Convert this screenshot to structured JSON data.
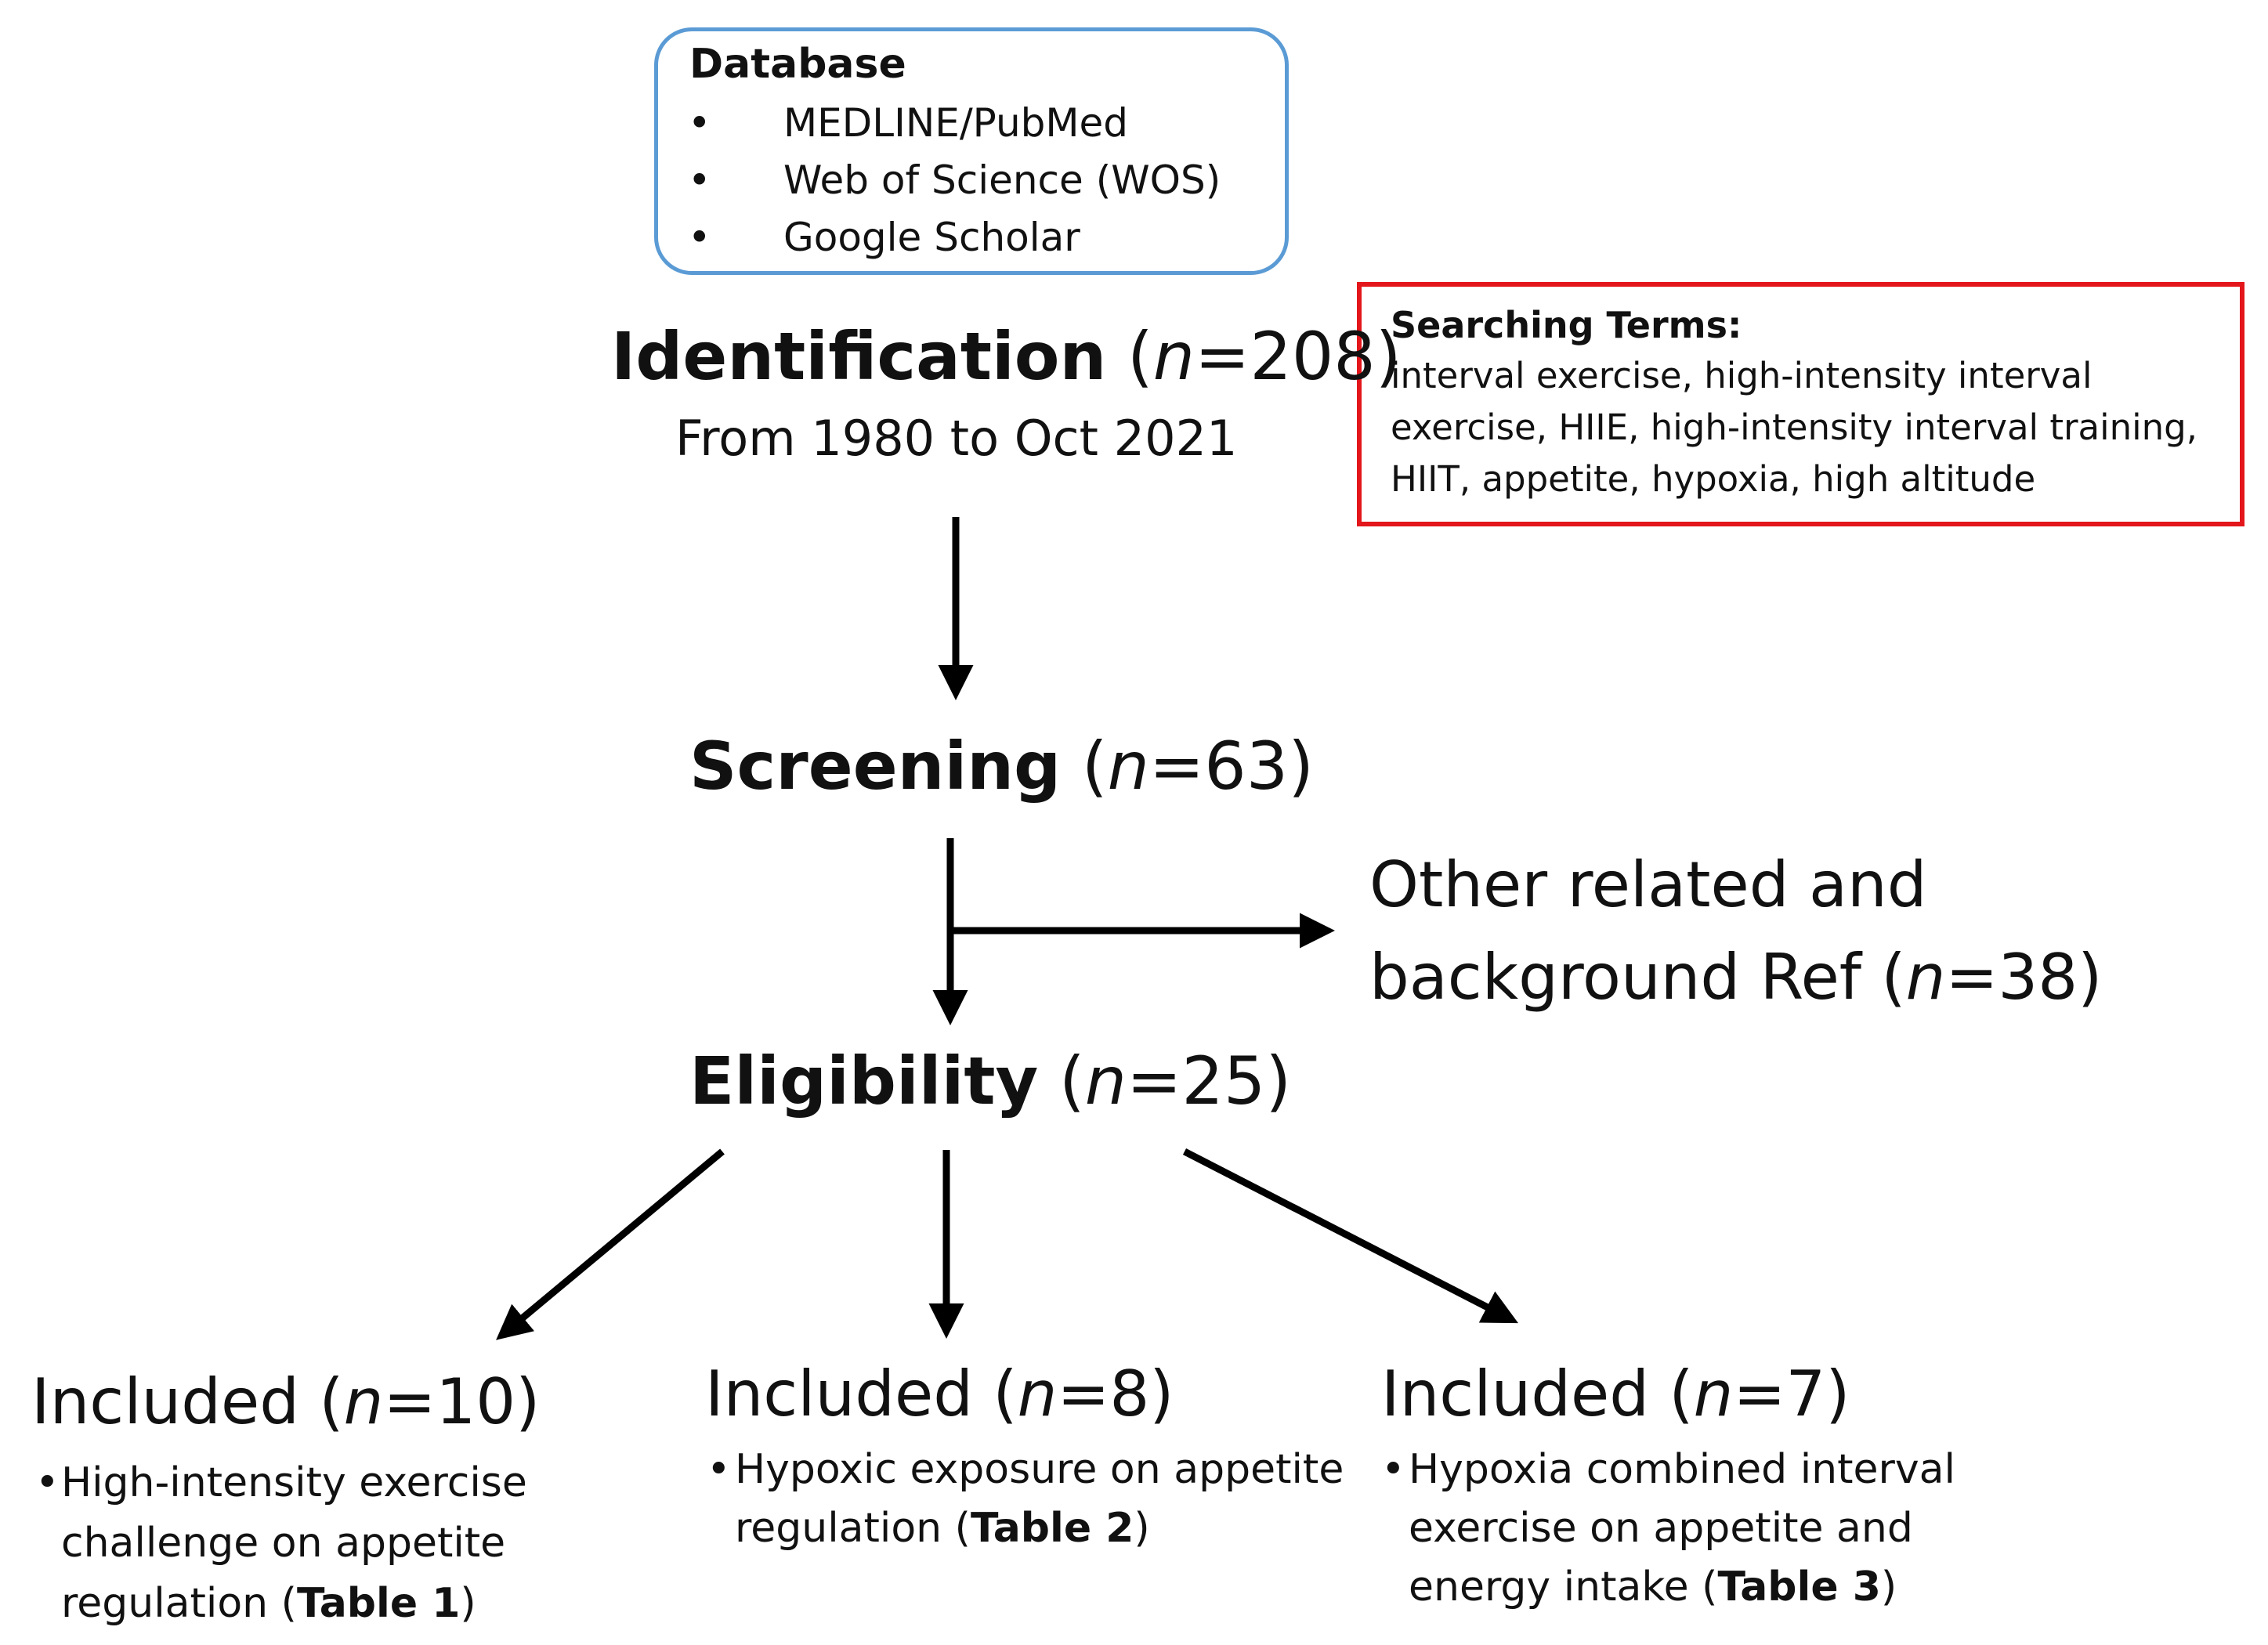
{
  "database": {
    "title": "Database",
    "bullet": "•",
    "items": [
      "MEDLINE/PubMed",
      "Web of Science (WOS)",
      "Google Scholar"
    ]
  },
  "search_terms": {
    "title": "Searching Terms:",
    "lines": [
      "interval exercise, high-intensity interval",
      "exercise, HIIE, high-intensity interval training,",
      "HIIT, appetite, hypoxia, high altitude"
    ]
  },
  "identification": {
    "label": "Identification",
    "n_prefix": "(",
    "n_var": "n",
    "n_value": "=208)",
    "subtitle": "From 1980 to Oct 2021"
  },
  "screening": {
    "label": "Screening",
    "n_prefix": "(",
    "n_var": "n",
    "n_value": "=63)"
  },
  "other_refs": {
    "line1": "Other related and",
    "line2_text": "background Ref (",
    "n_var": "n",
    "n_value": "=38)"
  },
  "eligibility": {
    "label": "Eligibility",
    "n_prefix": "(",
    "n_var": "n",
    "n_value": "=25)"
  },
  "included": [
    {
      "title_text": "Included (",
      "n_var": "n",
      "n_value": "=10)",
      "bullet": "•",
      "line1": "High-intensity exercise",
      "line2": "challenge on appetite",
      "line3_text": "regulation (",
      "table_ref": "Table 1",
      "close": ")"
    },
    {
      "title_text": "Included (",
      "n_var": "n",
      "n_value": "=8)",
      "bullet": "•",
      "line1": "Hypoxic exposure on appetite",
      "line2_text": "regulation (",
      "table_ref": "Table 2",
      "close": ")"
    },
    {
      "title_text": "Included (",
      "n_var": "n",
      "n_value": "=7)",
      "bullet": "•",
      "line1": "Hypoxia combined interval",
      "line2": "exercise on appetite and",
      "line3_text": "energy intake (",
      "table_ref": "Table 3",
      "close": ")"
    }
  ],
  "colors": {
    "database_border": "#5b9bd5",
    "terms_border": "#e3161b",
    "arrows": "#000000"
  }
}
